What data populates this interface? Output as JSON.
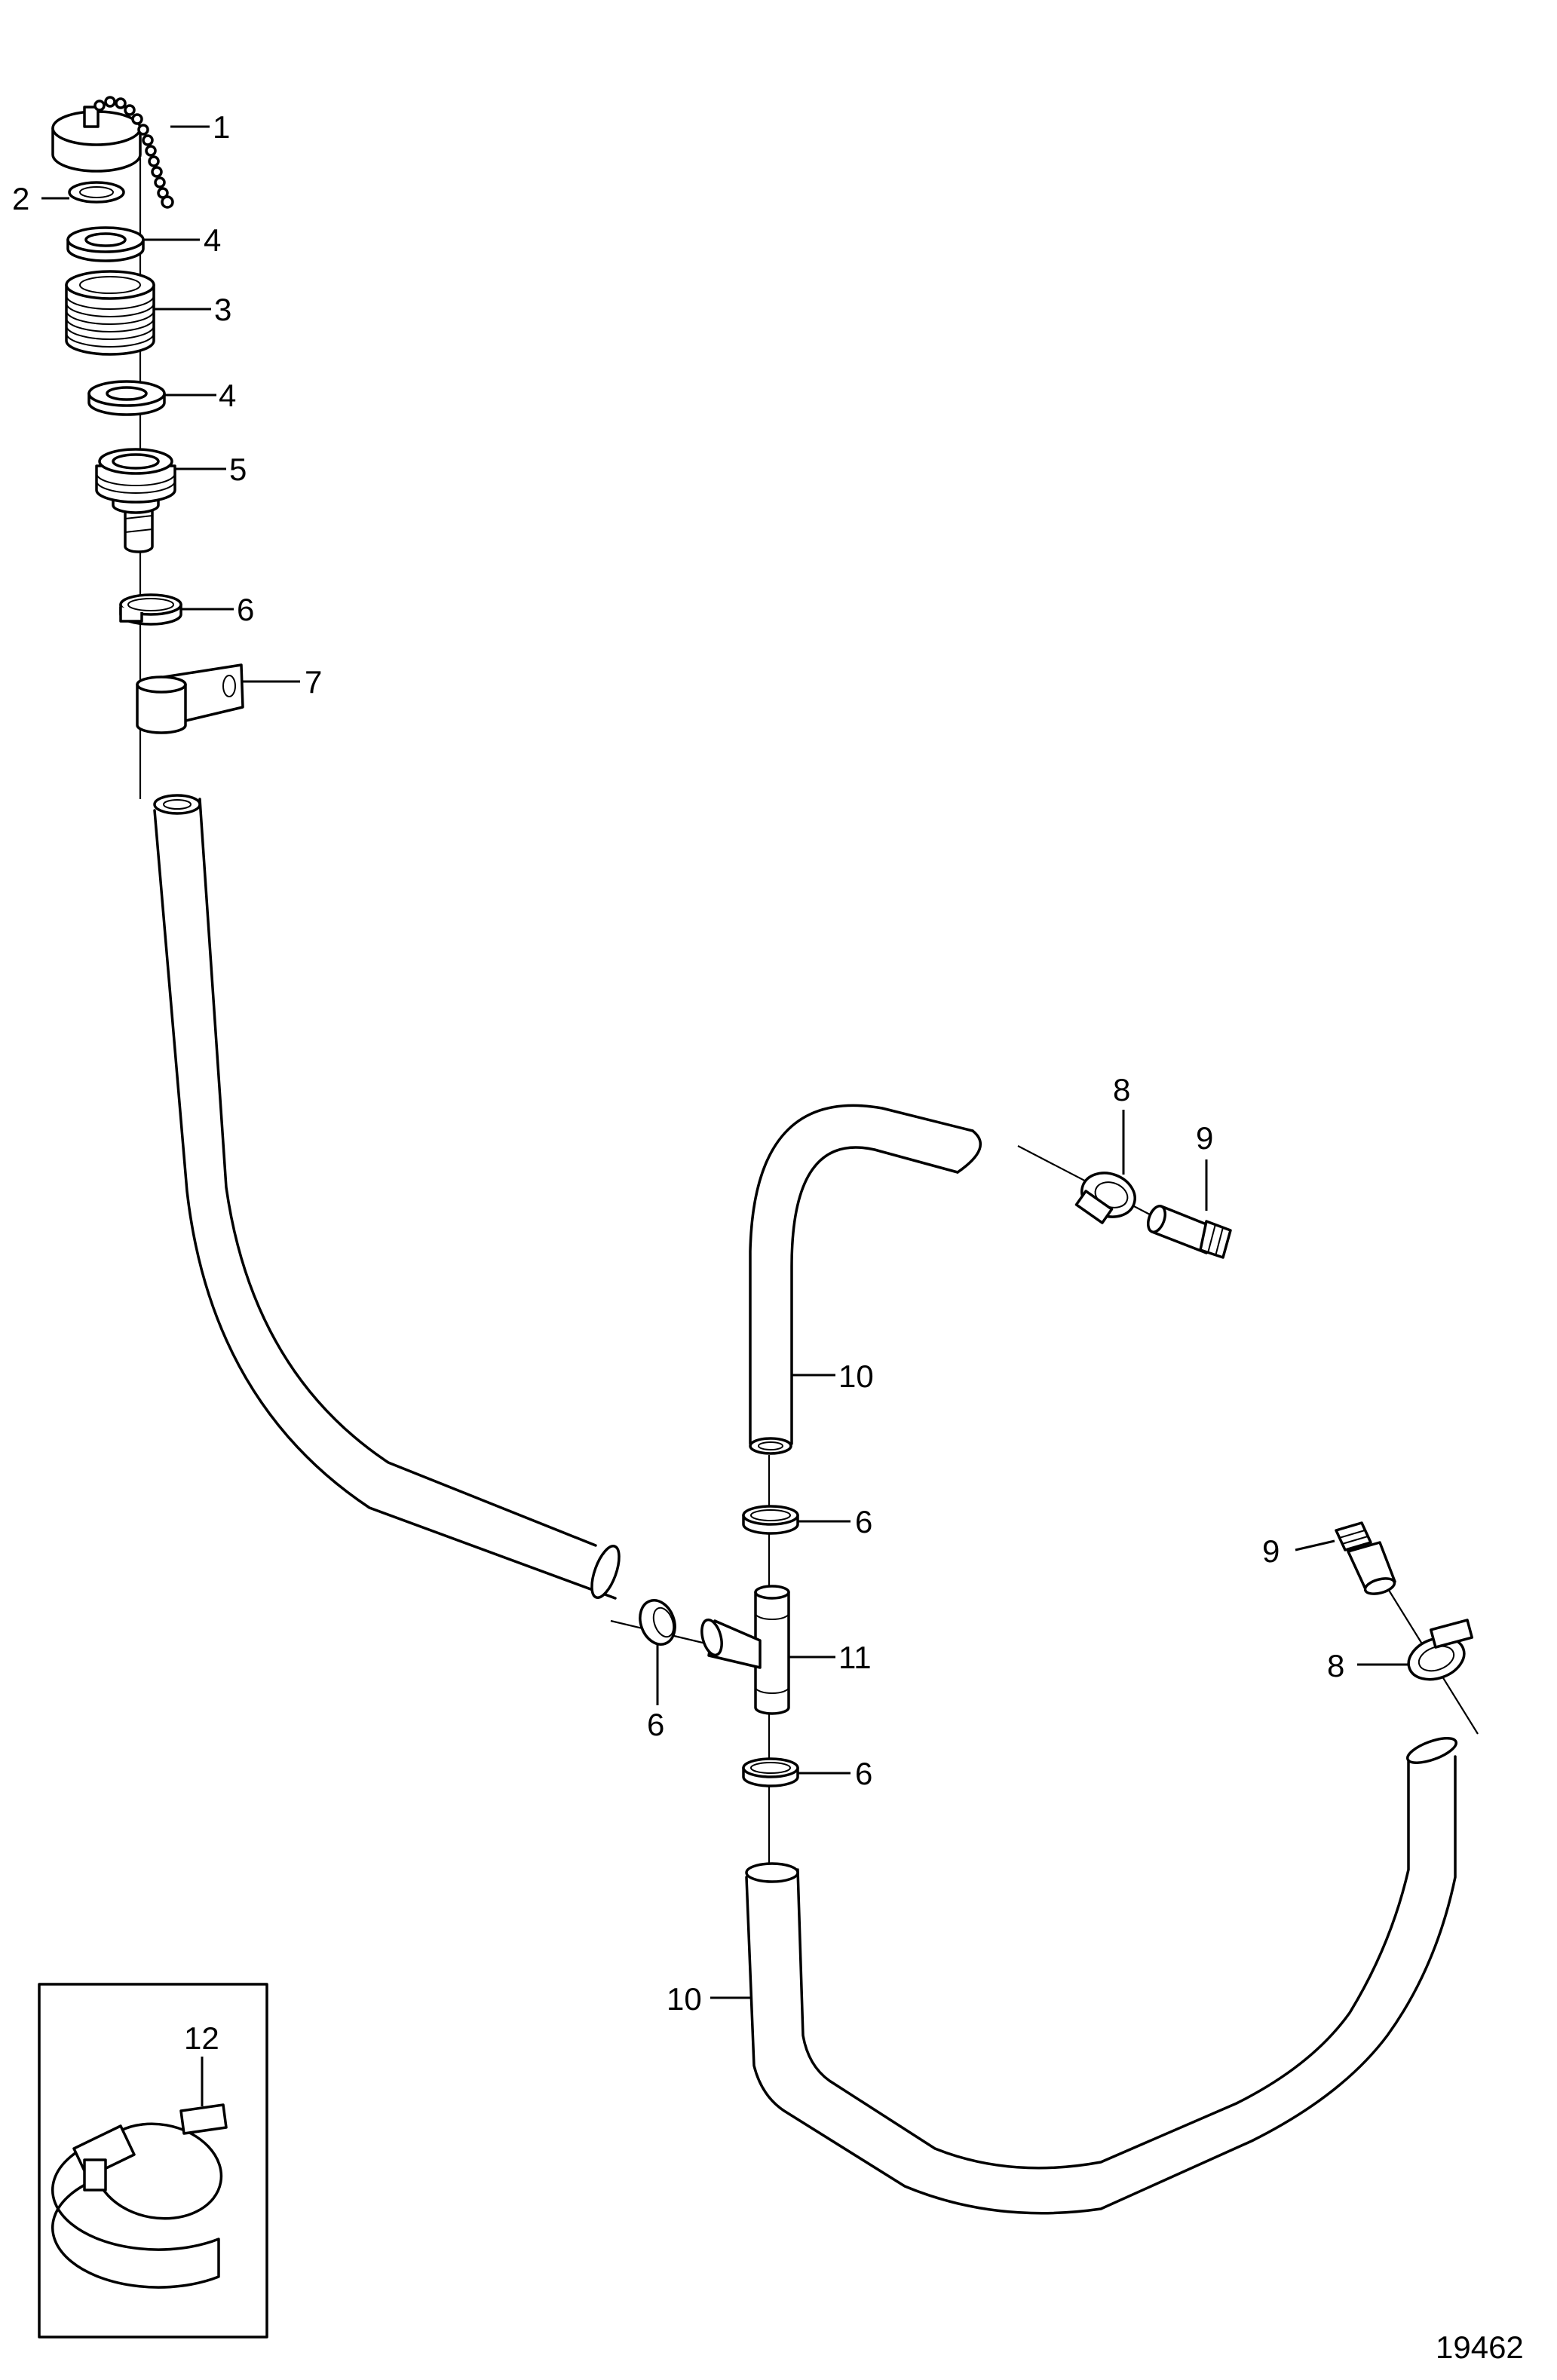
{
  "callouts": {
    "c1": "1",
    "c2": "2",
    "c3": "3",
    "c4a": "4",
    "c4b": "4",
    "c5": "5",
    "c6a": "6",
    "c6b": "6",
    "c6c": "6",
    "c6d": "6",
    "c7": "7",
    "c8a": "8",
    "c8b": "8",
    "c9a": "9",
    "c9b": "9",
    "c10a": "10",
    "c10b": "10",
    "c11": "11",
    "c12": "12"
  },
  "drawing_number": "19462"
}
